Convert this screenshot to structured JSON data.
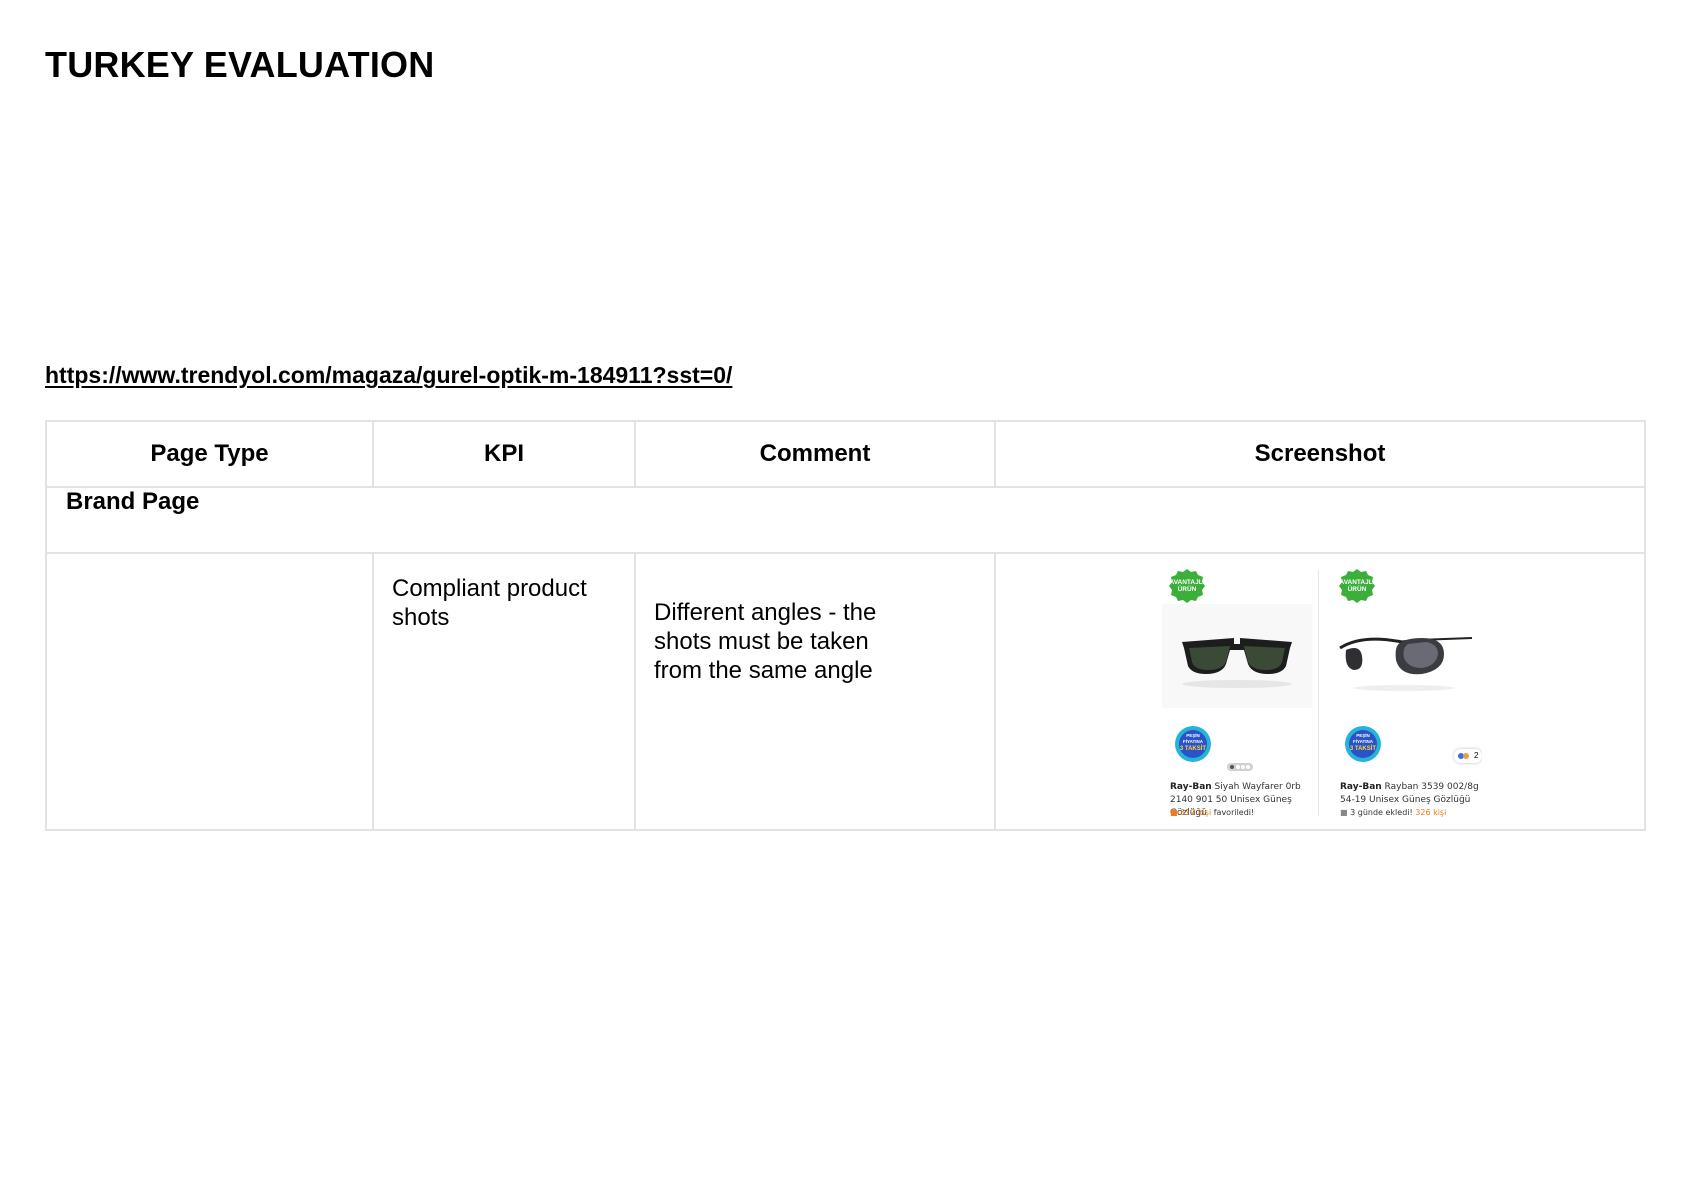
{
  "title": "TURKEY EVALUATION",
  "link": {
    "url": "https://www.trendyol.com/magaza/gurel-optik-m-184911?sst=0/"
  },
  "table": {
    "headers": [
      "Page Type",
      "KPI",
      "Comment",
      "Screenshot"
    ],
    "section": "Brand Page",
    "rows": [
      {
        "page_type": "",
        "kpi": "Compliant product shots",
        "comment": "Different angles - the shots must be taken from the same angle"
      }
    ]
  },
  "screenshot": {
    "badge_top": [
      "AVANTAJLI",
      "ÜRÜN"
    ],
    "badge_bottom": [
      "PEŞİN",
      "FİYATINA",
      "3 TAKSİT"
    ],
    "products": [
      {
        "brand": "Ray-Ban",
        "name": "Siyah Wayfarer 0rb 2140 901 50 Unisex Güneş Gözlüğü",
        "promo_amount": "817 kişi",
        "promo_text": "favoriledi!"
      },
      {
        "brand": "Ray-Ban",
        "name": "Rayban 3539 002/8g 54-19 Unisex Güneş Gözlüğü",
        "promo_amount": "326 kişi",
        "promo_text": "3 günde  ekledi!",
        "color_count": "2"
      }
    ]
  }
}
